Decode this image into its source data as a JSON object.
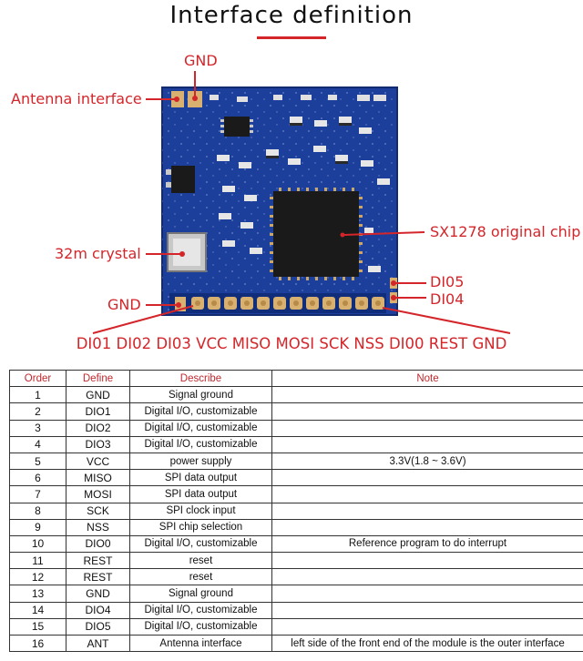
{
  "title": "Interface definition",
  "labels": {
    "gnd_top": "GND",
    "antenna": "Antenna interface",
    "chip": "SX1278 original chip",
    "crystal": "32m crystal",
    "dio5": "DI05",
    "dio4": "DI04",
    "gnd_left": "GND",
    "pin_row": "DI01 DI02 DI03 VCC MISO MOSI SCK NSS DI00 REST GND"
  },
  "colors": {
    "accent": "#d4252a",
    "pcb": "#1d3f9c",
    "chip": "#1a1a1a",
    "pad": "#d8b070"
  },
  "table": {
    "headers": [
      "Order",
      "Define",
      "Describe",
      "Note"
    ],
    "rows": [
      {
        "order": "1",
        "define": "GND",
        "describe": "Signal ground",
        "note": ""
      },
      {
        "order": "2",
        "define": "DIO1",
        "describe": "Digital I/O, customizable",
        "note": ""
      },
      {
        "order": "3",
        "define": "DIO2",
        "describe": "Digital I/O, customizable",
        "note": ""
      },
      {
        "order": "4",
        "define": "DIO3",
        "describe": "Digital I/O, customizable",
        "note": ""
      },
      {
        "order": "5",
        "define": "VCC",
        "describe": "power supply",
        "note": "3.3V(1.8 ~ 3.6V)"
      },
      {
        "order": "6",
        "define": "MISO",
        "describe": "SPI data output",
        "note": ""
      },
      {
        "order": "7",
        "define": "MOSI",
        "describe": "SPI data output",
        "note": ""
      },
      {
        "order": "8",
        "define": "SCK",
        "describe": "SPI clock input",
        "note": ""
      },
      {
        "order": "9",
        "define": "NSS",
        "describe": "SPI chip selection",
        "note": ""
      },
      {
        "order": "10",
        "define": "DIO0",
        "describe": "Digital I/O, customizable",
        "note": "Reference program to do interrupt"
      },
      {
        "order": "11",
        "define": "REST",
        "describe": "reset",
        "note": ""
      },
      {
        "order": "12",
        "define": "REST",
        "describe": "reset",
        "note": ""
      },
      {
        "order": "13",
        "define": "GND",
        "describe": "Signal ground",
        "note": ""
      },
      {
        "order": "14",
        "define": "DIO4",
        "describe": "Digital I/O, customizable",
        "note": ""
      },
      {
        "order": "15",
        "define": "DIO5",
        "describe": "Digital I/O, customizable",
        "note": ""
      },
      {
        "order": "16",
        "define": "ANT",
        "describe": "Antenna interface",
        "note": "left side of the front end of the module is the outer interface"
      }
    ]
  }
}
